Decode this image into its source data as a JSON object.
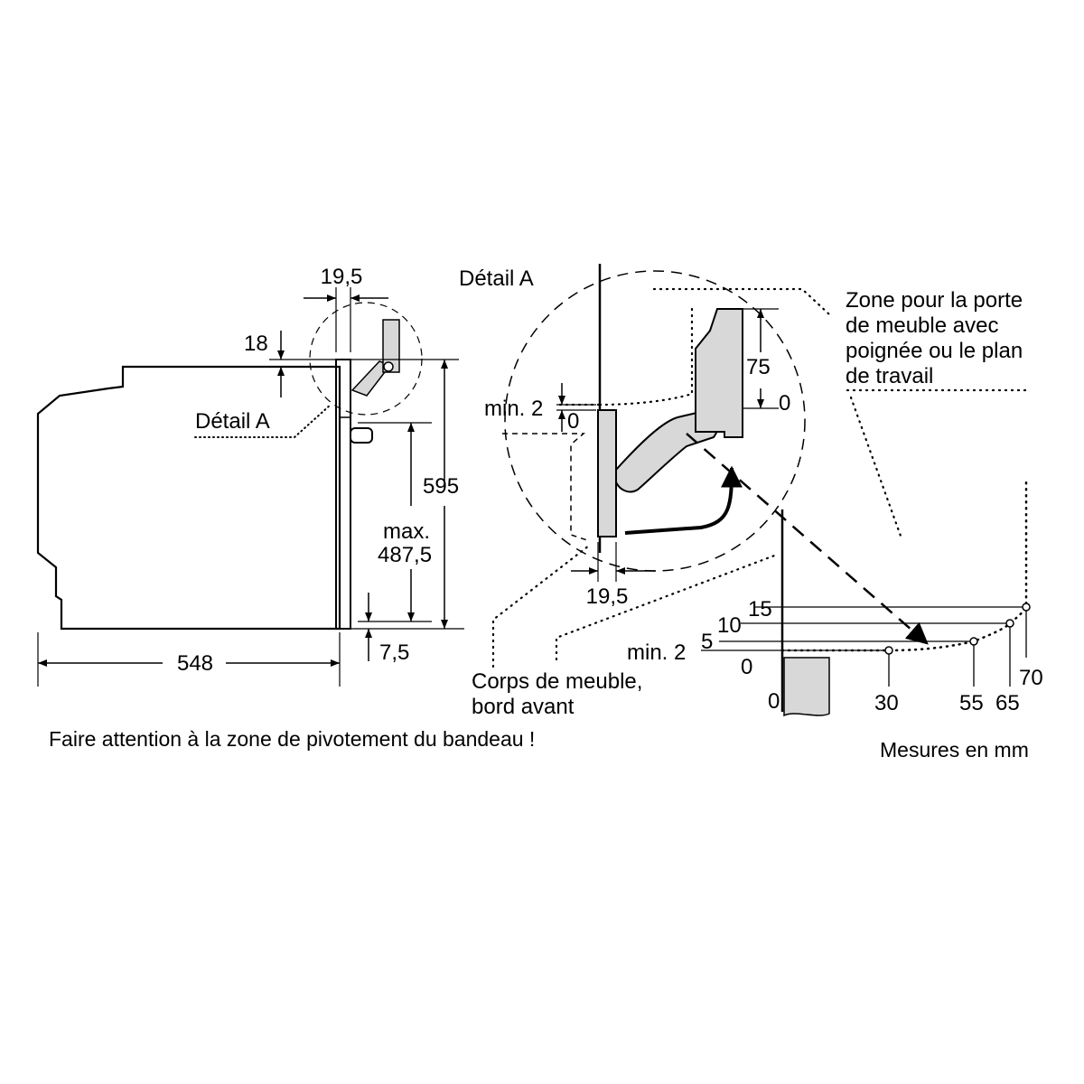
{
  "main_view": {
    "dim_top_width": "19,5",
    "dim_gap": "18",
    "detail_label": "Détail A",
    "dim_height": "595",
    "dim_max_label": "max.",
    "dim_max_value": "487,5",
    "dim_bottom_gap": "7,5",
    "dim_depth": "548"
  },
  "detail_view": {
    "title": "Détail A",
    "min_label": "min. 2",
    "zero_label": "0",
    "dim_handle_height": "75",
    "dim_handle_zero": "0",
    "dim_bottom_width": "19,5",
    "zone_label_lines": [
      "Zone pour la porte",
      "de meuble avec",
      "poignée ou le plan",
      "de travail"
    ],
    "cabinet_label_lines": [
      "Corps de meuble,",
      "bord avant"
    ]
  },
  "swing_graph": {
    "y_ticks": [
      "15",
      "10",
      "5",
      "min. 2",
      "0"
    ],
    "x_ticks": [
      "0",
      "30",
      "55",
      "65",
      "70"
    ]
  },
  "notes": {
    "warning": "Faire attention à la zone de pivotement du bandeau !",
    "units": "Mesures en mm"
  },
  "colors": {
    "line": "#000000",
    "fill_grey": "#d8d8d8"
  }
}
